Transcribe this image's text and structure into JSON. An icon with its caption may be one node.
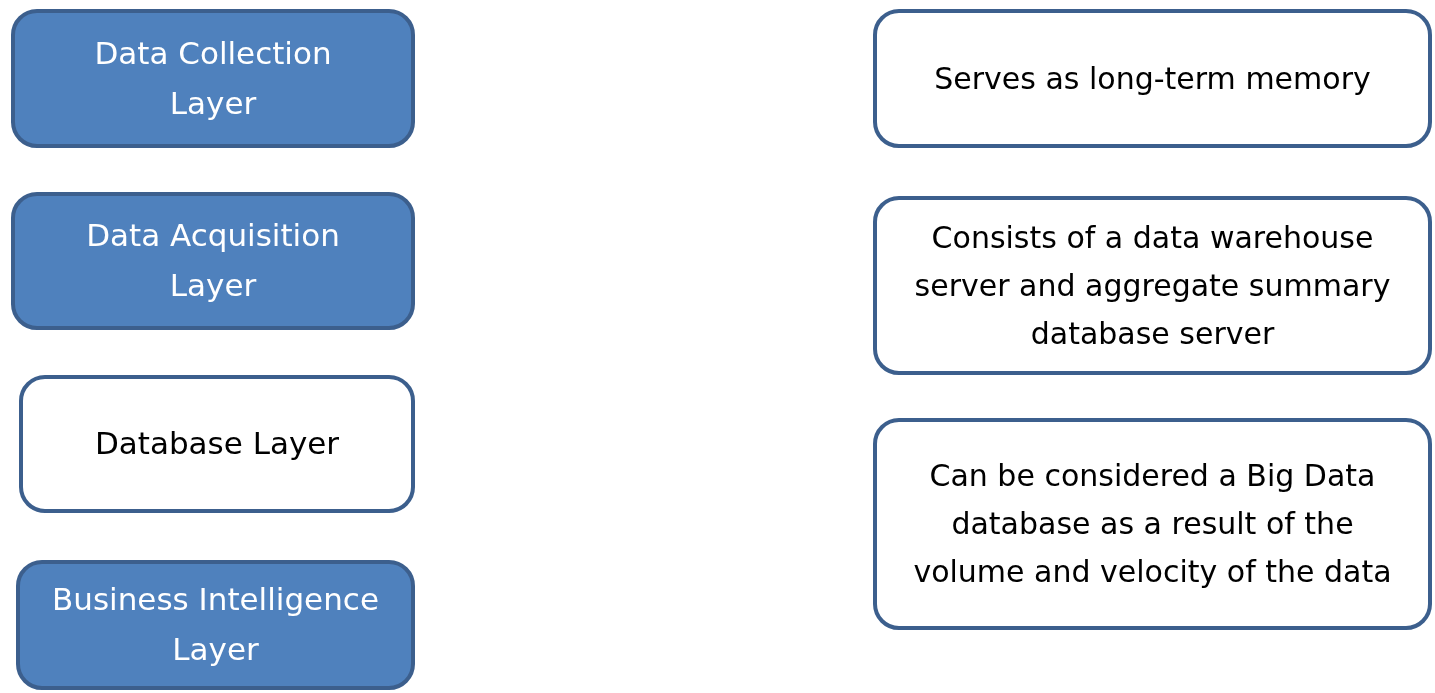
{
  "diagram": {
    "nodes": [
      {
        "text": [
          "Data Collection Layer"
        ]
      },
      {
        "text": [
          "Data Acquisition Layer"
        ]
      },
      {
        "text": [
          "Database Layer"
        ]
      },
      {
        "text": [
          "Business Intelligence Layer"
        ]
      },
      {
        "text": [
          "Serves as long-term memory"
        ]
      },
      {
        "text": [
          "Consists of a data warehouse server and aggregate summary database server"
        ]
      },
      {
        "text": [
          "Can be considered a Big Data database as a result of the volume and velocity of the data"
        ]
      }
    ]
  }
}
